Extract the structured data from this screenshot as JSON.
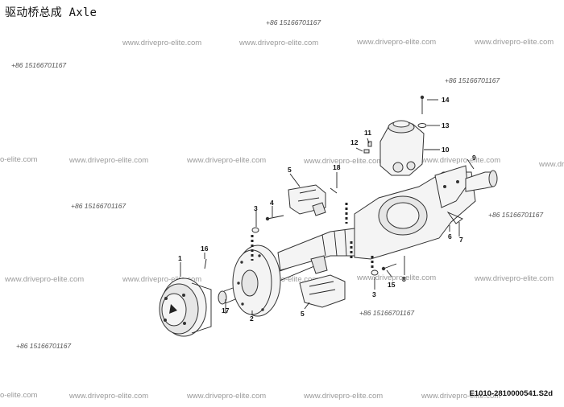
{
  "title": "驱动桥总成 Axle",
  "document_ref": "E1010-2810000541.S2d",
  "watermarks": {
    "site": "www.drivepro-elite.com",
    "site_partial_left": "o-elite.com",
    "site_partial_right": "www.driv",
    "phone": "+86 15166701167"
  },
  "callouts": {
    "c1": "1",
    "c2": "2",
    "c3a": "3",
    "c3b": "3",
    "c4": "4",
    "c5a": "5",
    "c5b": "5",
    "c6": "6",
    "c7": "7",
    "c8": "8",
    "c9": "9",
    "c10": "10",
    "c11": "11",
    "c12": "12",
    "c13": "13",
    "c14": "14",
    "c15": "15",
    "c16": "16",
    "c17": "17",
    "c18": "18"
  }
}
